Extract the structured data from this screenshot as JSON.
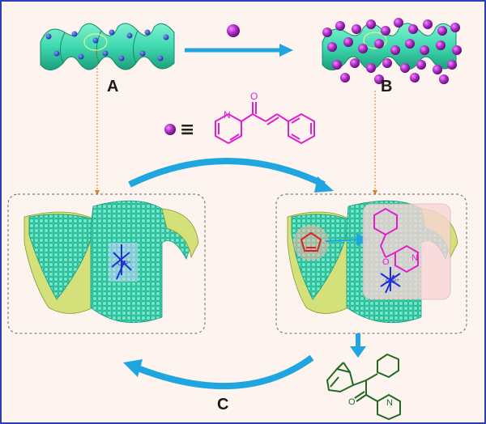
{
  "labels": {
    "a": "A",
    "b": "B",
    "c": "C"
  },
  "reagent": {
    "pyridine_n": "N",
    "carbonyl_o": "O",
    "equivalence_symbol": "≡"
  },
  "complex": {
    "left_metal": "Cu²⁺",
    "right_metal": "Cu²⁺",
    "right_o": "O",
    "right_n": "N"
  },
  "product": {
    "o": "O",
    "n": "N"
  },
  "colors": {
    "border": "#2b3fb8",
    "background": "#fdf3ef",
    "helix": "#3fd9b0",
    "helix_dark": "#23b08b",
    "purple_sphere": "#9b1fb5",
    "arrow_blue": "#1fa6e0",
    "dotted_orange": "#e07a1f",
    "reagent_magenta": "#e020d0",
    "product_green": "#1f6b1f",
    "cyclopentadiene_red": "#e02020",
    "copper_blue": "#1e2fd6"
  }
}
